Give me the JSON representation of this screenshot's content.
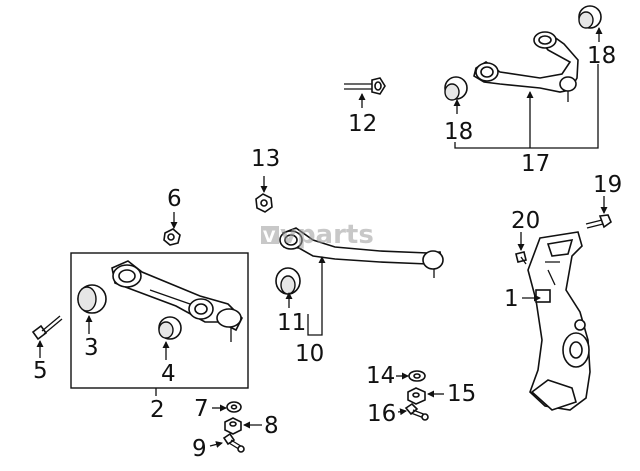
{
  "watermark": {
    "text": "vparts",
    "logo_letter": "V"
  },
  "callouts": {
    "c1": "1",
    "c2": "2",
    "c3": "3",
    "c4": "4",
    "c5": "5",
    "c6": "6",
    "c7": "7",
    "c8": "8",
    "c9": "9",
    "c10": "10",
    "c11": "11",
    "c12": "12",
    "c13": "13",
    "c14": "14",
    "c15": "15",
    "c16": "16",
    "c17": "17",
    "c18a": "18",
    "c18b": "18",
    "c19": "19",
    "c20": "20"
  },
  "colors": {
    "line": "#111111",
    "part_fill": "#ffffff",
    "watermark": "#9a9a9a"
  }
}
